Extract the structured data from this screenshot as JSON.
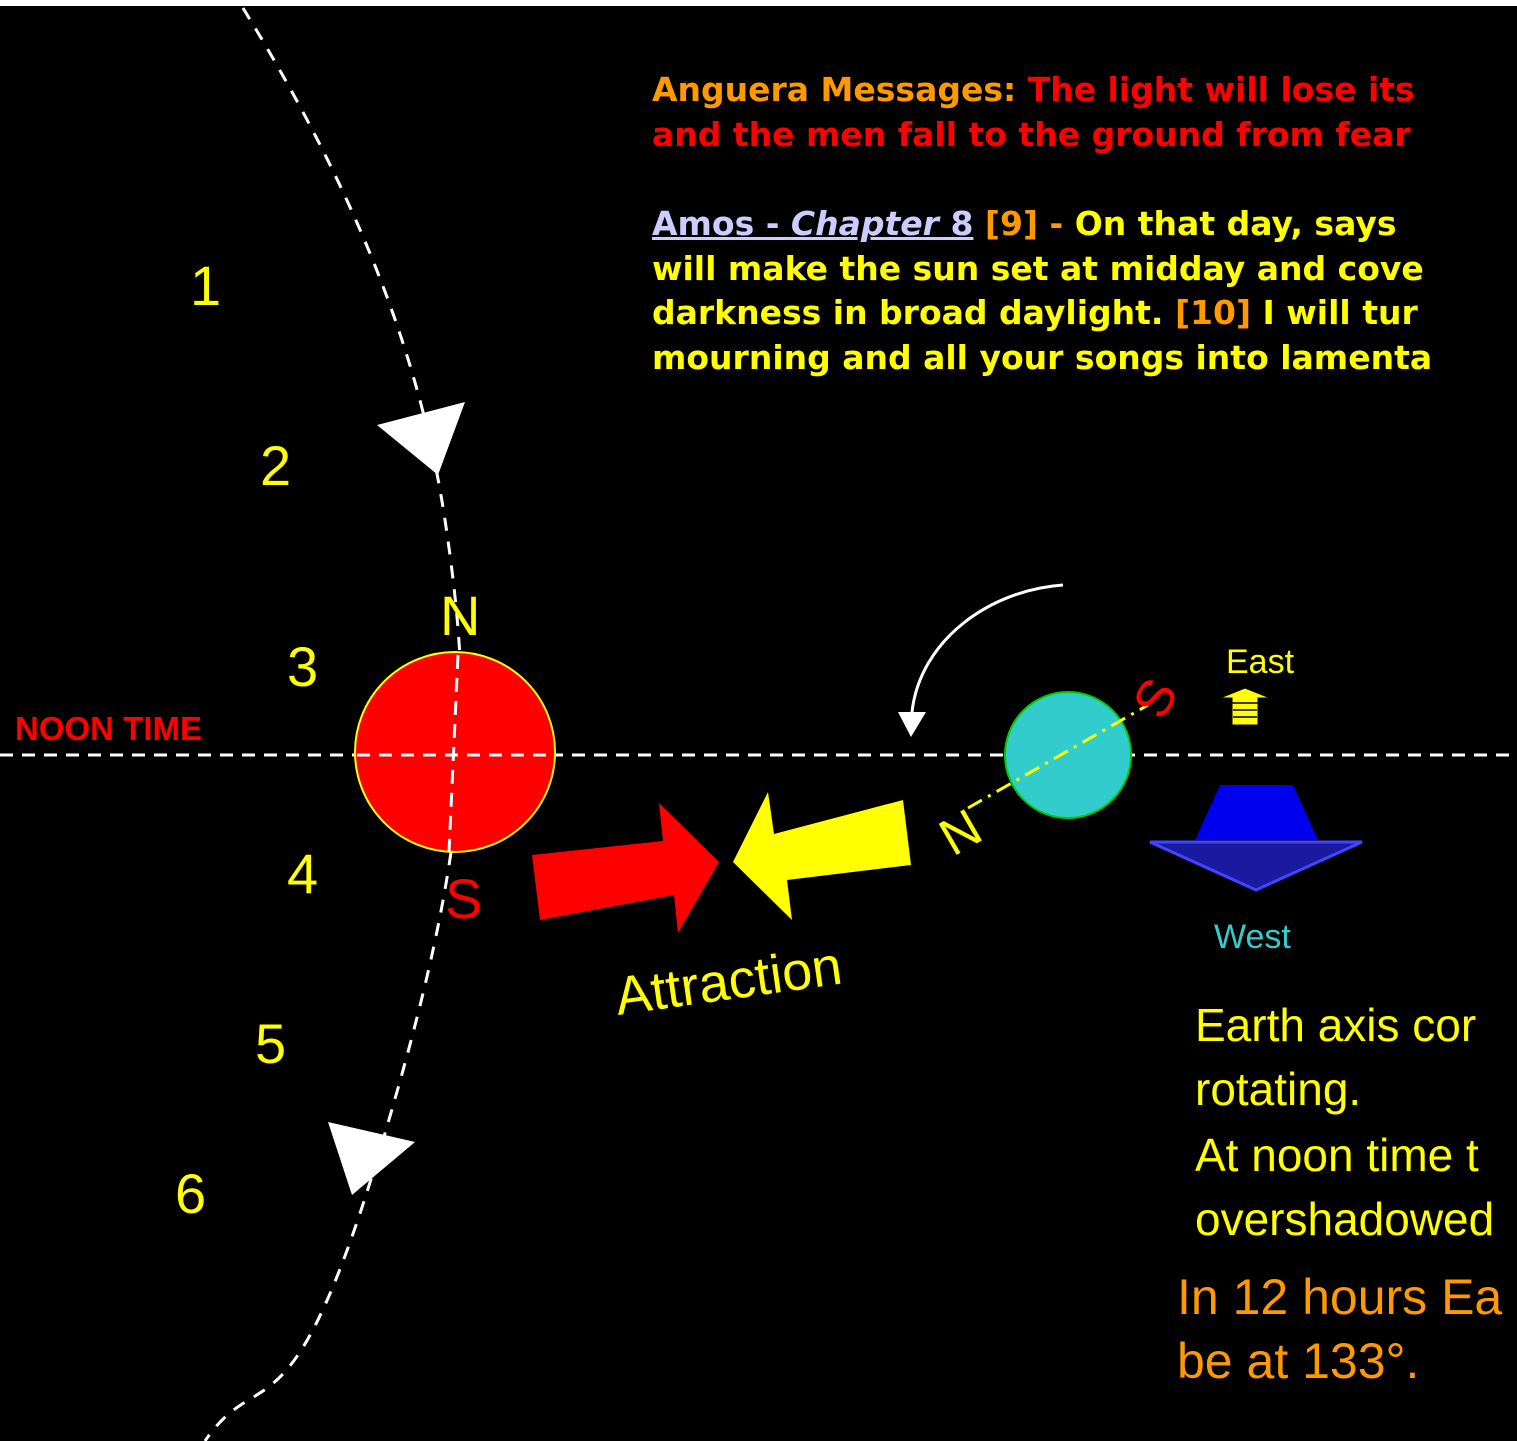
{
  "colors": {
    "background": "#000000",
    "yellow": "#ffff00",
    "red": "#ff0000",
    "orange": "#ff9900",
    "cyan": "#33cccc",
    "link": "#ccccff",
    "blue": "#0000ee",
    "dark_blue": "#1a1aa0",
    "white": "#ffffff"
  },
  "noon_label": "NOON TIME",
  "position_numbers": [
    "1",
    "2",
    "3",
    "4",
    "5",
    "6"
  ],
  "sun": {
    "north": "N",
    "south": "S"
  },
  "earth": {
    "north": "N",
    "south": "S"
  },
  "attraction_label": "Attraction",
  "directions": {
    "east": "East",
    "west": "West"
  },
  "icons": [
    "curved-rotation-arrow-icon",
    "east-arrow-icon",
    "west-arrow-icon",
    "orbit-arrowhead-icon"
  ],
  "messages": {
    "anguera_source": "Anguera Messages:",
    "anguera_line1": "The light will lose its",
    "anguera_line2": "and the men fall to the ground from fear",
    "amos_book": "Amos - ",
    "amos_chapter_word": "Chapter",
    "amos_chapter_num": " 8",
    "verse9": "[9]",
    "dash": " - ",
    "amos_line1_text": "On that day, says",
    "amos_line2": "will make the sun set at midday and cove",
    "amos_line3_text": "darkness in broad daylight.",
    "verse10": "[10]",
    "amos_line3_tail": "I will tur",
    "amos_line4": "mourning and all your songs into lamenta"
  },
  "notes": {
    "line1": "Earth axis cor",
    "line2": "rotating.",
    "line3": "At noon time t",
    "line4": "overshadowed",
    "line5": "In 12 hours Ea",
    "line6_prefix": "be at 133",
    "line6_degree": "°",
    "line6_suffix": "."
  }
}
